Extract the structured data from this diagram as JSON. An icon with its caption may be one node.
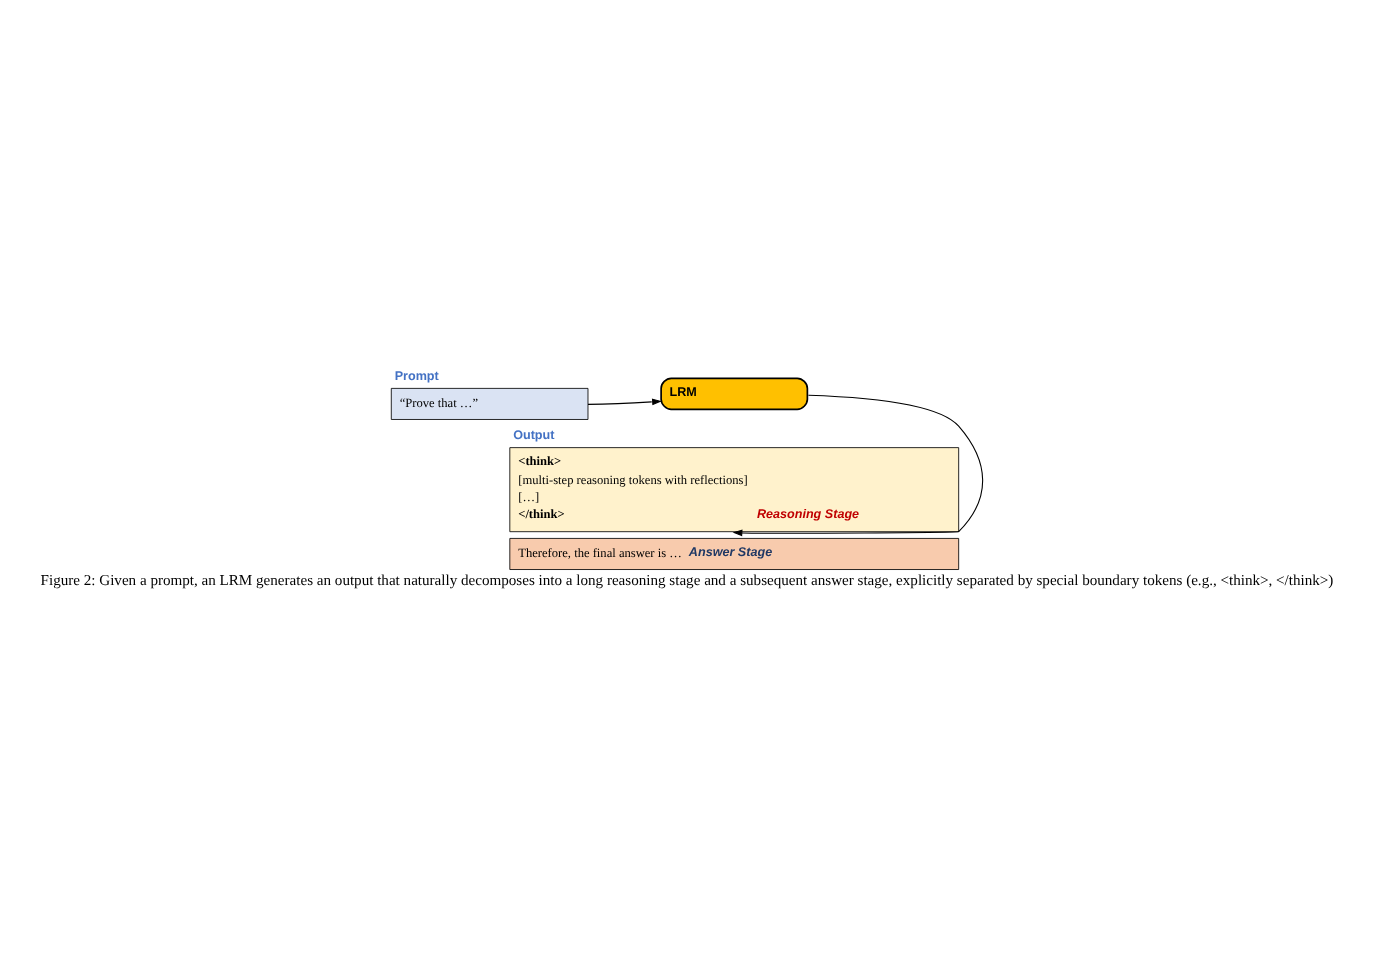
{
  "diagram": {
    "caption": "Figure 2: Given a prompt, an LRM generates an output that naturally decomposes into a long reasoning stage and a subsequent answer stage, explicitly separated by special boundary tokens (e.g., <think>, </think>)",
    "nodes": [
      {
        "text": [
          "Prompt",
          "“Prove that …”"
        ]
      },
      {
        "text": [
          "LRM"
        ]
      },
      {
        "text": [
          "Output",
          "<think>",
          "[multi-step reasoning tokens with reflections]",
          "[…]",
          "</think>",
          "Reasoning Stage"
        ]
      },
      {
        "text": [
          "Therefore, the final answer is …",
          "Answer Stage"
        ]
      }
    ],
    "edges": [
      {
        "from": 0,
        "to": 1,
        "arrow": "to"
      },
      {
        "from": 1,
        "to": 2,
        "arrow": "to"
      }
    ]
  }
}
